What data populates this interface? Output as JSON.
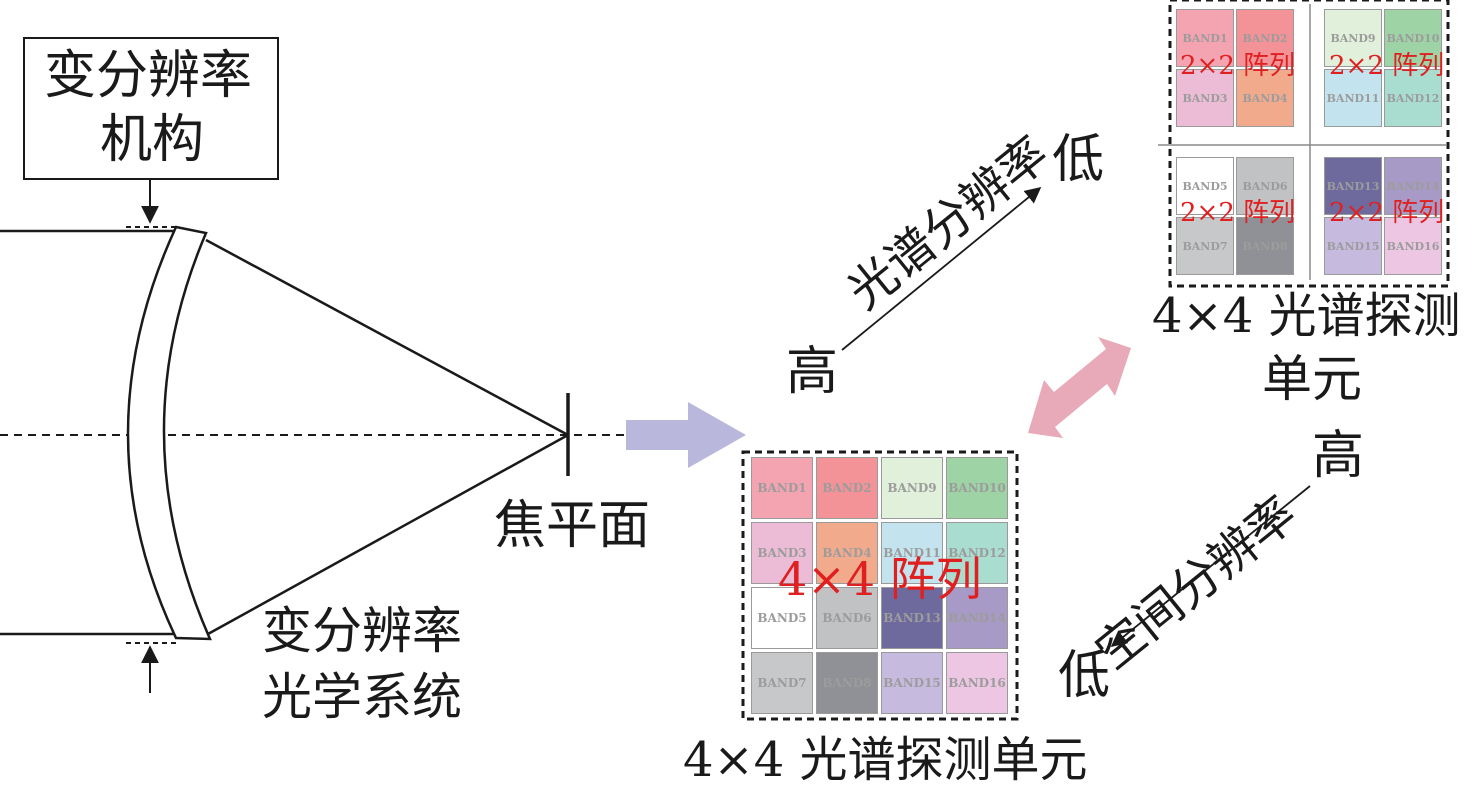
{
  "labels": {
    "mechanism_l1": "变分辨率",
    "mechanism_l2": "机构",
    "optics_l1": "变分辨率",
    "optics_l2": "光学系统",
    "focal_plane": "焦平面",
    "spectral_high": "高",
    "spectral_axis": "光谱分辨率",
    "spectral_low": "低",
    "spatial_high": "高",
    "spatial_axis": "空间分辨率",
    "spatial_low": "低",
    "big_unit_caption": "4×4 光谱探测单元",
    "small_unit_caption_l1": "4×4 光谱探测",
    "small_unit_caption_l2": "单元",
    "big_array_label": "4×4 阵列",
    "small_array_label": "2×2 阵列"
  },
  "big_grid": [
    [
      {
        "band": "BAND1",
        "color": "#f4a3b1"
      },
      {
        "band": "BAND2",
        "color": "#f49397"
      },
      {
        "band": "BAND9",
        "color": "#e0f0da"
      },
      {
        "band": "BAND10",
        "color": "#9ed3a6"
      }
    ],
    [
      {
        "band": "BAND3",
        "color": "#ecbcd6"
      },
      {
        "band": "BAND4",
        "color": "#f2aa8d"
      },
      {
        "band": "BAND11",
        "color": "#c3e4ef"
      },
      {
        "band": "BAND12",
        "color": "#a8ddd0"
      }
    ],
    [
      {
        "band": "BAND5",
        "color": "#ffffff"
      },
      {
        "band": "BAND6",
        "color": "#c1c2c4"
      },
      {
        "band": "BAND13",
        "color": "#6f6a9e"
      },
      {
        "band": "BAND14",
        "color": "#a89ac6"
      }
    ],
    [
      {
        "band": "BAND7",
        "color": "#c7c8ca"
      },
      {
        "band": "BAND8",
        "color": "#8f9196"
      },
      {
        "band": "BAND15",
        "color": "#c7badf"
      },
      {
        "band": "BAND16",
        "color": "#ecc6e3"
      }
    ]
  ],
  "small_quads": [
    {
      "cells": [
        {
          "band": "BAND1",
          "color": "#f4a3b1"
        },
        {
          "band": "BAND2",
          "color": "#f49397"
        },
        {
          "band": "BAND3",
          "color": "#ecbcd6"
        },
        {
          "band": "BAND4",
          "color": "#f2aa8d"
        }
      ]
    },
    {
      "cells": [
        {
          "band": "BAND9",
          "color": "#e0f0da"
        },
        {
          "band": "BAND10",
          "color": "#9ed3a6"
        },
        {
          "band": "BAND11",
          "color": "#c3e4ef"
        },
        {
          "band": "BAND12",
          "color": "#a8ddd0"
        }
      ]
    },
    {
      "cells": [
        {
          "band": "BAND5",
          "color": "#ffffff"
        },
        {
          "band": "BAND6",
          "color": "#c1c2c4"
        },
        {
          "band": "BAND7",
          "color": "#c7c8ca"
        },
        {
          "band": "BAND8",
          "color": "#8f9196"
        }
      ]
    },
    {
      "cells": [
        {
          "band": "BAND13",
          "color": "#6f6a9e"
        },
        {
          "band": "BAND14",
          "color": "#a89ac6"
        },
        {
          "band": "BAND15",
          "color": "#c7badf"
        },
        {
          "band": "BAND16",
          "color": "#ecc6e3"
        }
      ]
    }
  ],
  "colors": {
    "focal_arrow": "#b9b8dc",
    "double_arrow": "#e8a9b8",
    "array_label_red": "#e02020",
    "line": "#1a1a1a"
  }
}
